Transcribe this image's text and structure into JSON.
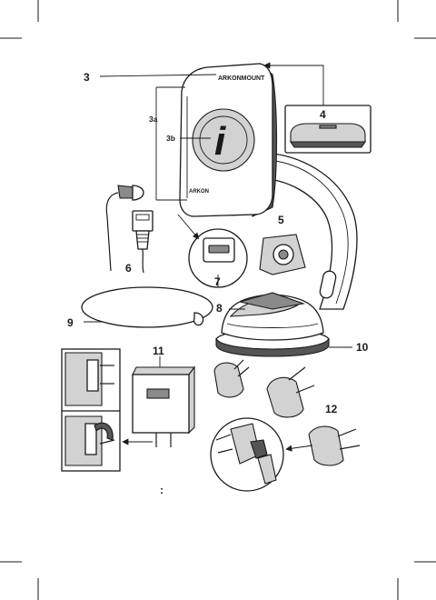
{
  "callouts": {
    "c3": "3",
    "c3a": "3a",
    "c3b": "3b",
    "c4": "4",
    "c5": "5",
    "c6": "6",
    "c7": "7",
    "c8": "8",
    "c9": "9",
    "c10": "10",
    "c11": "11",
    "c12": "12"
  },
  "device_texts": {
    "brand_top": "ARKONMOUNT",
    "brand_bottom": "ARKON",
    "footnote": ":"
  }
}
